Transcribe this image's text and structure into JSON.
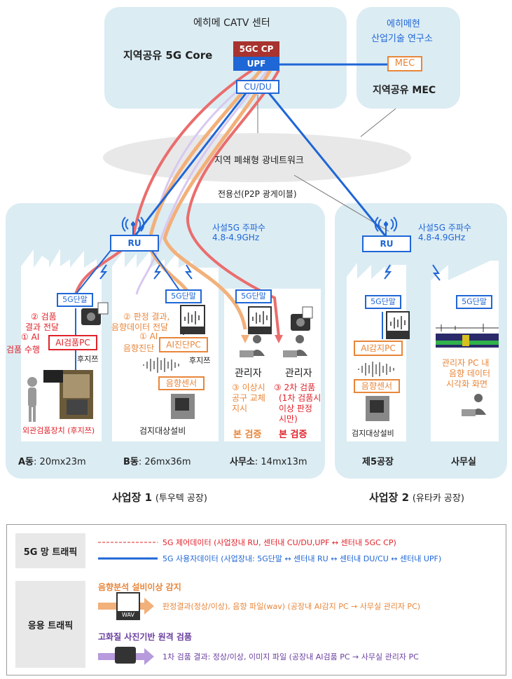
{
  "center": {
    "title": "에히메 CATV 센터",
    "core_label": "지역공유 5G Core",
    "cp": "5GC CP",
    "upf": "UPF",
    "cudu": "CU/DU"
  },
  "institute": {
    "title_line1": "에히메현",
    "title_line2": "산업기술 연구소",
    "mec": "MEC",
    "mec_label": "지역공유 MEC"
  },
  "network": {
    "closed_network": "지역 폐쇄형 광네트워크",
    "dedicated_line": "전용선(P2P 광게이블)"
  },
  "site1": {
    "ru": "RU",
    "freq_line1": "사설5G 주파수",
    "freq_line2": "4.8-4.9GHz",
    "bldgA": {
      "terminal": "5G단말",
      "step2_line1": "② 검품",
      "step2_line2": "결과 전달",
      "step1_line1": "① AI",
      "step1_line2": "검품 수행",
      "ai_pc": "AI검품PC",
      "fujitsu": "후지쯔",
      "device": "외관검품장치 (후지쯔)",
      "size_label": "A동",
      "size": ": 20mx23m"
    },
    "bldgB": {
      "terminal": "5G단말",
      "step2_line1": "② 판정 결과,",
      "step2_line2": "음향데이터 전달",
      "step1_line1": "① AI",
      "step1_line2": "음향진단",
      "ai_pc": "AI진단PC",
      "fujitsu": "후지쯔",
      "sensor": "음향센서",
      "equipment": "검지대상설비",
      "size_label": "B동",
      "size": ": 26mx36m"
    },
    "office": {
      "terminal": "5G단말",
      "manager1": "관리자",
      "manager2": "관리자",
      "note3_line1": "③ 이상시",
      "note3_line2": "공구 교체",
      "note3_line3": "지시",
      "note3b_line1": "③ 2차 검품",
      "note3b_line2": "(1차 검품시",
      "note3b_line3": "이상 판정",
      "note3b_line4": "시만)",
      "verify1": "본 검증",
      "verify2": "본 검증",
      "size_label": "사무소",
      "size": ": 14mx13m"
    },
    "name": "사업장 1",
    "name_sub": "(투우텍 공장)"
  },
  "site2": {
    "ru": "RU",
    "freq_line1": "사설5G 주파수",
    "freq_line2": "4.8-4.9GHz",
    "factory": {
      "terminal": "5G단말",
      "ai_pc": "AI감지PC",
      "sensor": "음향센서",
      "equipment": "검지대상설비",
      "label": "제5공장"
    },
    "office": {
      "terminal": "5G단말",
      "desc_line1": "관리자 PC 내",
      "desc_line2": "음향 데이터",
      "desc_line3": "시각화 화면",
      "label": "사무실"
    },
    "name": "사업장 2",
    "name_sub": "(유타카 공장)"
  },
  "legend": {
    "net_label": "5G 망 트래픽",
    "control": "5G 제어데이터 (사업장내 RU, 센터내 CU/DU,UPF ↔ 센터내 5GC CP)",
    "user": "5G 사용자데이터 (사업장내: 5G단말 ↔ 센터내 RU ↔ 센터내 DU/CU ↔ 센터내  UPF)",
    "app_label": "응용 트래픽",
    "acoustic_title": "음향분석 설비이상 감지",
    "acoustic_desc": "판정결과(정상/이상), 음향 파일(wav) (공장내 AI감지 PC → 사무실 관리자 PC)",
    "photo_title": "고화질 사진기반 원격 검품",
    "photo_desc": "1차 검품 결과: 정상/이상, 이미지 파일 (공장내 AI검품 PC  → 사무실 관리자 PC",
    "wav": "WAV"
  },
  "colors": {
    "background_box": "#dbecf3",
    "blue": "#1f66d6",
    "red": "#e0222a",
    "orange": "#e8863a",
    "purple": "#6a3fa0",
    "cp_fill": "#a8332f"
  }
}
